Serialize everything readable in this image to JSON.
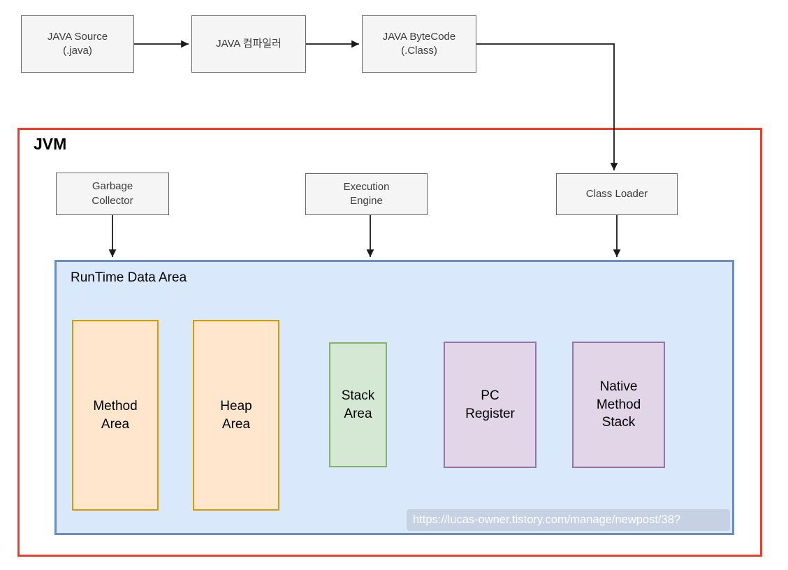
{
  "pipeline": {
    "java_source": "JAVA Source\n(.java)",
    "compiler": "JAVA 컴파일러",
    "bytecode": "JAVA ByteCode\n(.Class)"
  },
  "jvm": {
    "label": "JVM",
    "garbage_collector": "Garbage\nCollector",
    "execution_engine": "Execution\nEngine",
    "class_loader": "Class Loader",
    "runtime": {
      "label": "RunTime Data Area",
      "method_area": "Method\nArea",
      "heap_area": "Heap\nArea",
      "stack_area": "Stack\nArea",
      "pc_register": "PC\nRegister",
      "native_method_stack": "Native\nMethod\nStack",
      "watermark": "https://lucas-owner.tistory.com/manage/newpost/38?"
    }
  },
  "palette": {
    "node_gray_fill": "#f5f5f5",
    "node_gray_border": "#666666",
    "runtime_blue_fill": "#dae8fc",
    "runtime_blue_border": "#6c8ebf",
    "area_orange_fill": "#ffe6cc",
    "area_orange_border": "#d79b00",
    "area_green_fill": "#d5e8d4",
    "area_green_border": "#82b366",
    "area_purple_fill": "#e1d5e7",
    "area_purple_border": "#9673a6",
    "jvm_red_border": "#f23b2b",
    "arrow_color": "#1a1a1a",
    "watermark_bg": "#c6d1e3",
    "watermark_text": "#ffffff"
  }
}
